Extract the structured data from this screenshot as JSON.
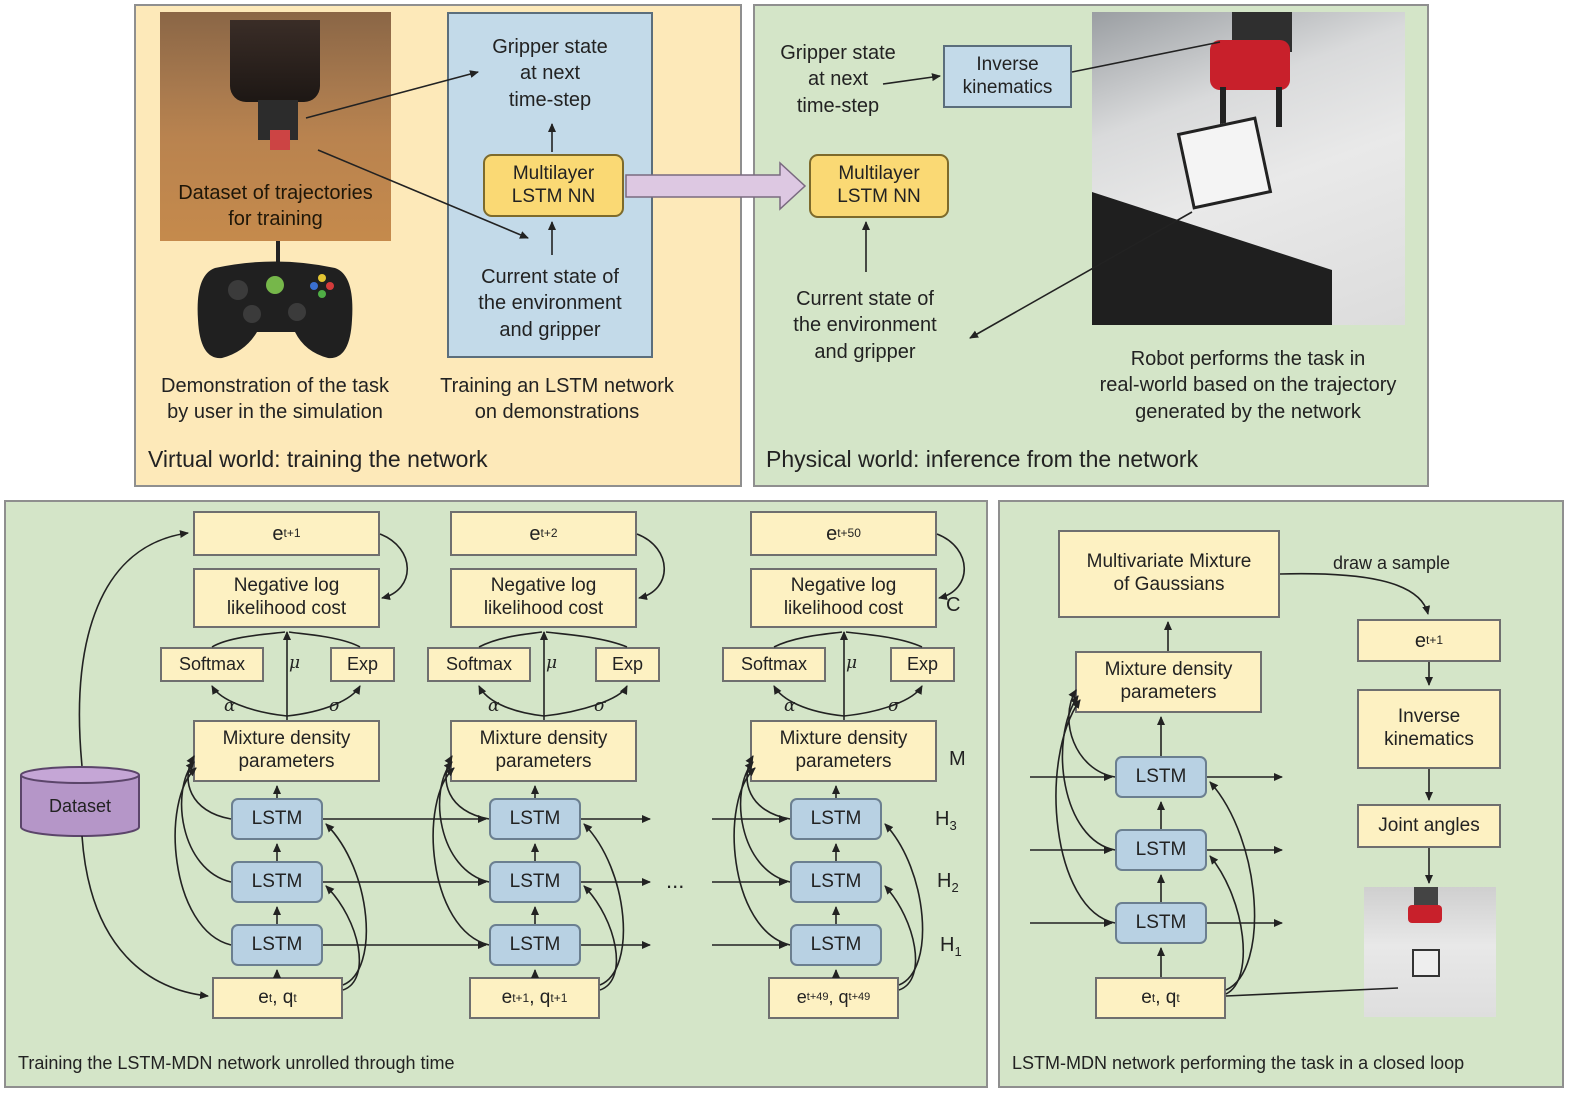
{
  "top_left": {
    "caption": "Virtual world: training the network",
    "dataset_label_1": "Dataset of trajectories",
    "dataset_label_2": "for training",
    "demo_caption_1": "Demonstration of the task",
    "demo_caption_2": "by user in the simulation",
    "gripper_1": "Gripper state",
    "gripper_2": "at next",
    "gripper_3": "time-step",
    "lstm_1": "Multilayer",
    "lstm_2": "LSTM NN",
    "current_1": "Current state of",
    "current_2": "the environment",
    "current_3": "and gripper",
    "training_1": "Training an LSTM network",
    "training_2": "on demonstrations"
  },
  "top_right": {
    "caption": "Physical world: inference from the network",
    "gripper_1": "Gripper state",
    "gripper_2": "at next",
    "gripper_3": "time-step",
    "ik_1": "Inverse",
    "ik_2": "kinematics",
    "lstm_1": "Multilayer",
    "lstm_2": "LSTM NN",
    "current_1": "Current state of",
    "current_2": "the environment",
    "current_3": "and gripper",
    "robot_1": "Robot performs the task in",
    "robot_2": "real-world based on the trajectory",
    "robot_3": "generated by the network"
  },
  "bottom_left": {
    "caption": "Training the LSTM-MDN network unrolled through time",
    "dataset": "Dataset",
    "nll_1": "Negative log",
    "nll_2": "likelihood cost",
    "softmax": "Softmax",
    "exp": "Exp",
    "mu": "μ",
    "alpha": "α",
    "sigma": "σ",
    "mdp_1": "Mixture density",
    "mdp_2": "parameters",
    "lstm": "LSTM",
    "ellipsis": "...",
    "c": "C",
    "m": "M",
    "h": "H",
    "h3_sub": "3",
    "h2_sub": "2",
    "h1_sub": "1",
    "col1": {
      "e": "e",
      "e_sub": "t+1",
      "in_e": "e",
      "in_e_sub": "t",
      "in_q": "q",
      "in_q_sub": "t"
    },
    "col2": {
      "e": "e",
      "e_sub": "t+2",
      "in_e": "e",
      "in_e_sub": "t+1",
      "in_q": "q",
      "in_q_sub": "t+1"
    },
    "col3": {
      "e": "e",
      "e_sub": "t+50",
      "in_e": "e",
      "in_e_sub": "t+49",
      "in_q": "q",
      "in_q_sub": "t+49"
    },
    "sep": ", "
  },
  "bottom_right": {
    "caption": "LSTM-MDN network performing the task in a closed loop",
    "mmg_1": "Multivariate Mixture",
    "mmg_2": "of Gaussians",
    "draw": "draw a sample",
    "e": "e",
    "e_sub": "t+1",
    "ik_1": "Inverse",
    "ik_2": "kinematics",
    "joint": "Joint angles",
    "mdp_1": "Mixture density",
    "mdp_2": "parameters",
    "lstm": "LSTM",
    "in_e": "e",
    "in_e_sub": "t",
    "in_q": "q",
    "in_q_sub": "t",
    "sep": ", "
  }
}
